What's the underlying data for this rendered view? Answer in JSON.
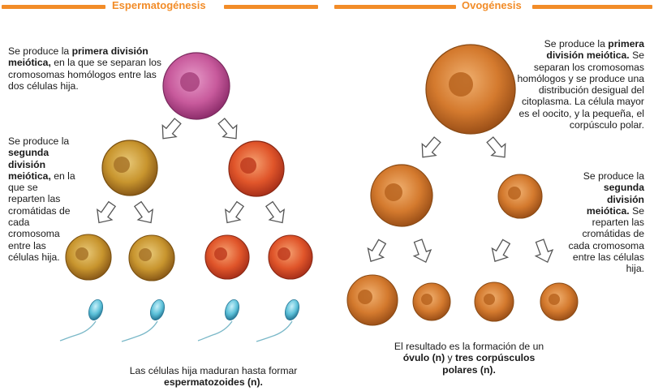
{
  "headers": {
    "left": "Espermatogénesis",
    "right": "Ovogénesis"
  },
  "colors": {
    "accent": "#f28c28",
    "primary_cell": "#c85a9c",
    "secondary_cell_yellow": "#c8952e",
    "secondary_cell_red": "#e0552a",
    "oocyte": "#d47a2e",
    "sperm": "#5bc0d8"
  },
  "left": {
    "first_division": {
      "pre": "Se produce la ",
      "bold": "primera división meiótica,",
      "post": " en la que se separan los cromosomas homólogos entre las dos células hija."
    },
    "second_division": {
      "pre": "Se produce la ",
      "bold": "segunda división meiótica,",
      "post": " en la que se reparten las cromátidas de cada cromosoma entre las células hija."
    },
    "result": {
      "pre": "Las células hija maduran hasta formar ",
      "bold": "espermatozoides (n)."
    }
  },
  "right": {
    "first_division": {
      "pre": "Se produce la ",
      "bold": "primera división meiótica.",
      "post": " Se separan los cromosomas homólogos y se produce una distribución desigual del citoplasma. La célula mayor es el oocito, y la pequeña, el corpúsculo polar."
    },
    "second_division": {
      "pre": "Se produce la ",
      "bold": "segunda división meiótica.",
      "post": " Se reparten las cromátidas de cada cromosoma entre las células hija."
    },
    "result": {
      "pre": "El resultado es la formación de un ",
      "bold1": "óvulo (n)",
      "mid": " y ",
      "bold2": "tres corpúsculos polares (n)."
    }
  }
}
